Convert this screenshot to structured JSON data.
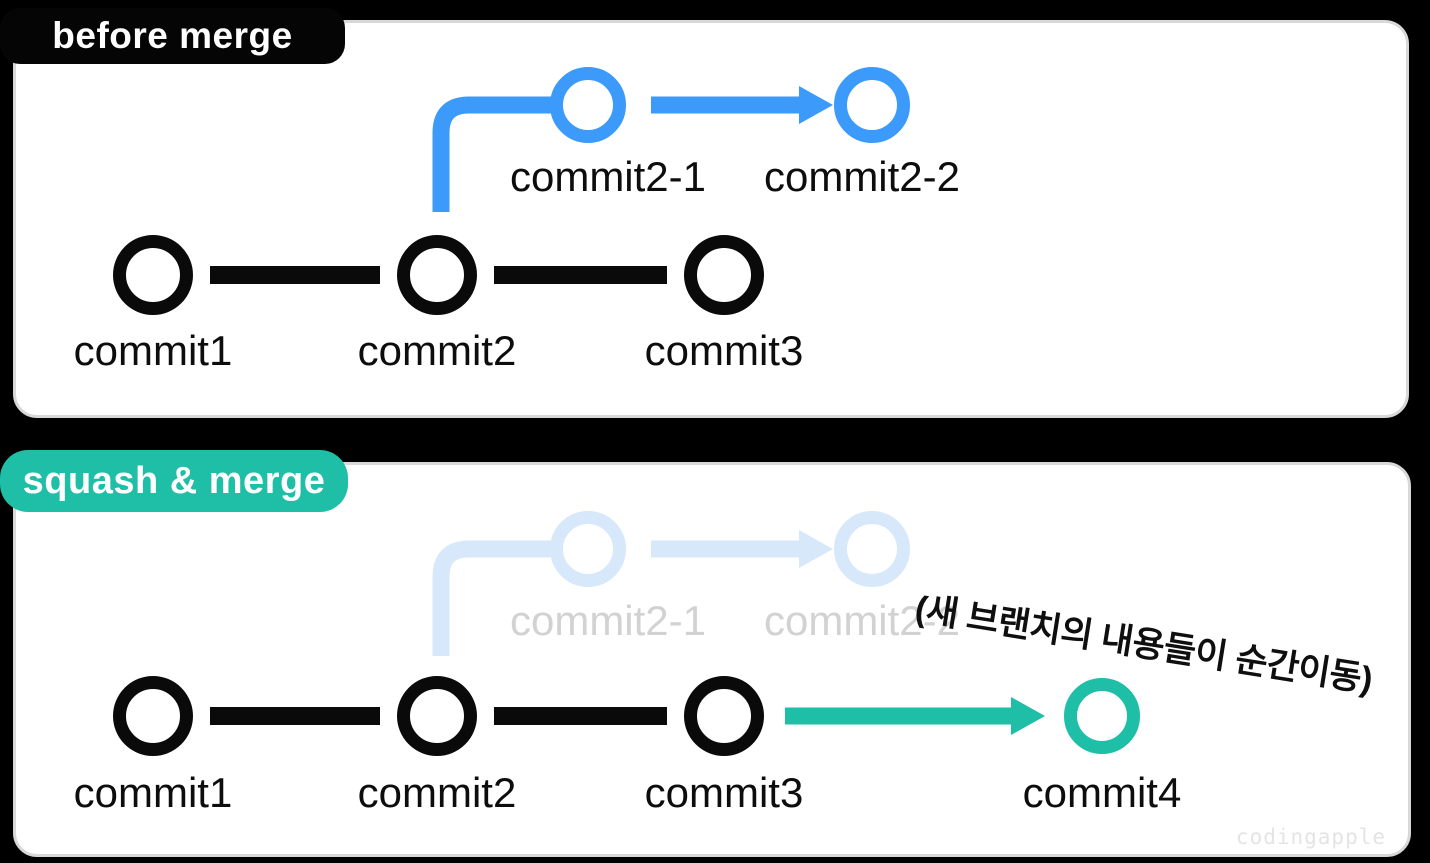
{
  "panels": {
    "before": {
      "badge": "before merge",
      "main_commits": [
        "commit1",
        "commit2",
        "commit3"
      ],
      "branch_commits": [
        "commit2-1",
        "commit2-2"
      ]
    },
    "squash": {
      "badge": "squash & merge",
      "main_commits": [
        "commit1",
        "commit2",
        "commit3"
      ],
      "branch_commits_faded": [
        "commit2-1",
        "commit2-2"
      ],
      "new_commit": "commit4",
      "annotation": "(새 브랜치의 내용들이 순간이동)"
    }
  },
  "watermark": "codingapple",
  "colors": {
    "background": "#000000",
    "panel": "#ffffff",
    "main_line": "#0a0a0a",
    "branch_blue": "#3b9afa",
    "branch_blue_faded": "#d7e8fb",
    "faded_label": "#d2d2d2",
    "accent_teal": "#1ebea7",
    "watermark": "#e4e4e4"
  }
}
